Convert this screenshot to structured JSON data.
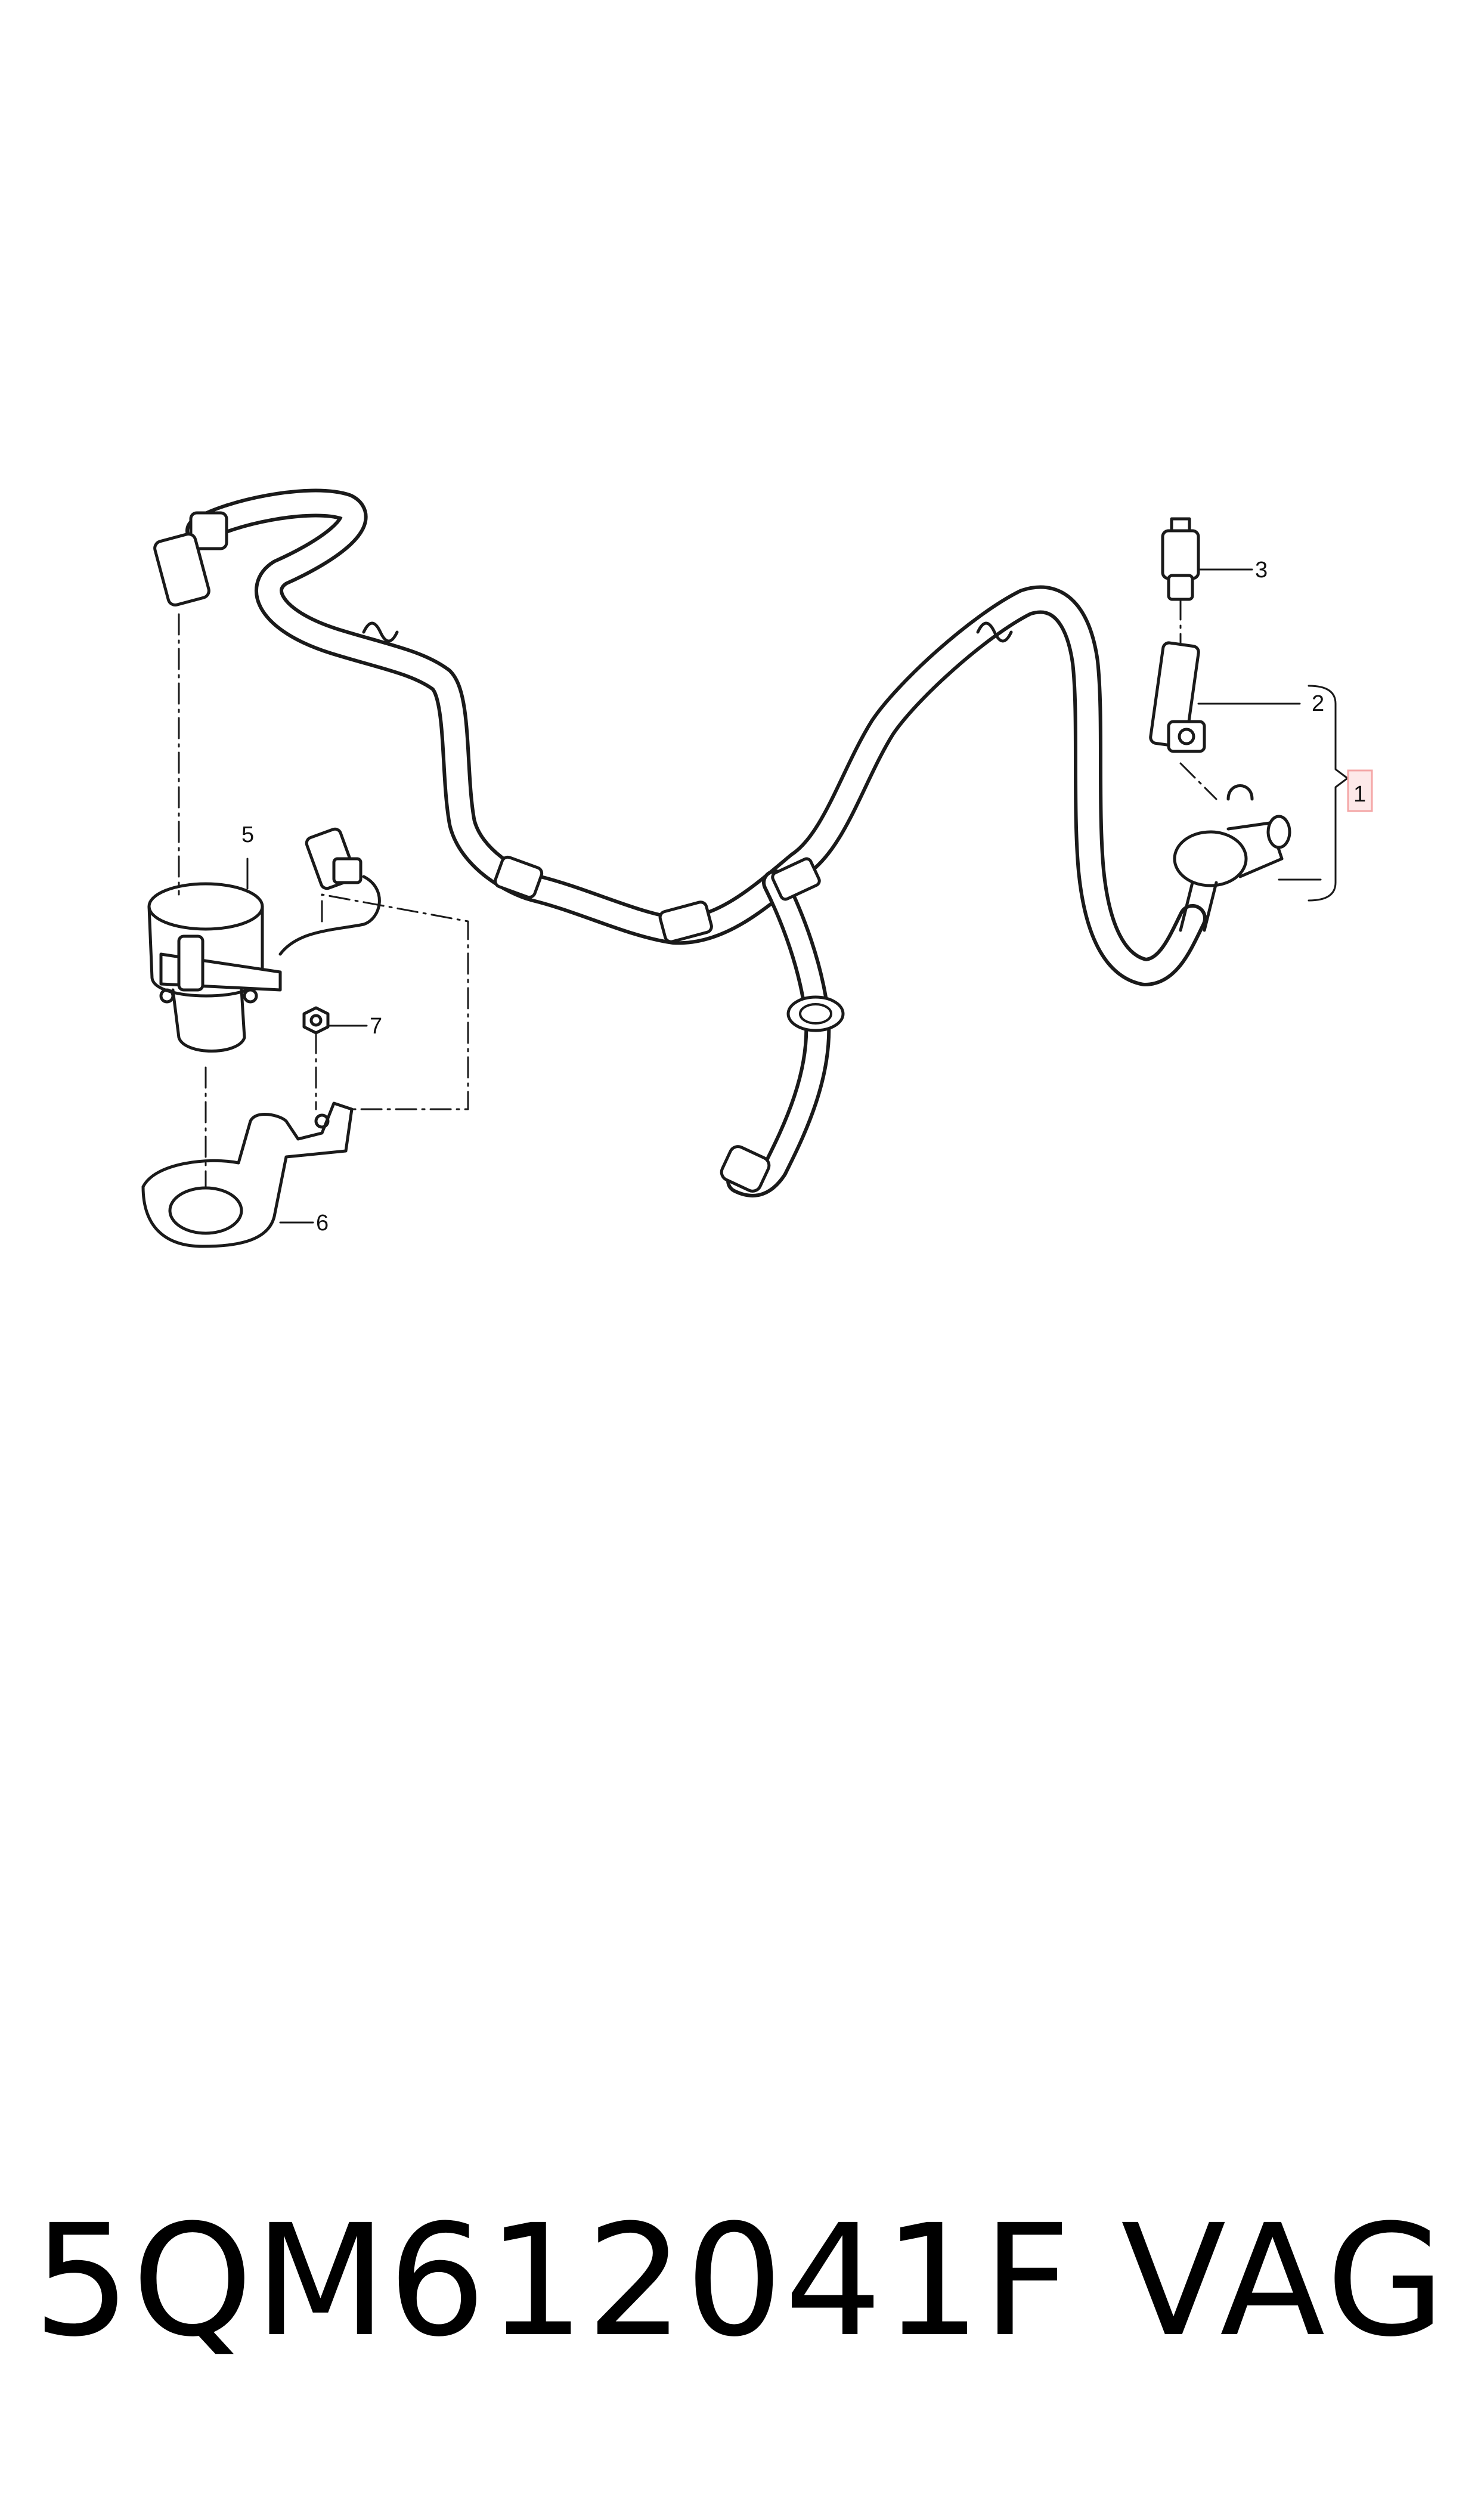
{
  "diagram": {
    "callouts": [
      {
        "id": "1",
        "highlighted": true
      },
      {
        "id": "2",
        "highlighted": false
      },
      {
        "id": "3",
        "highlighted": false
      },
      {
        "id": "5",
        "highlighted": false
      },
      {
        "id": "6",
        "highlighted": false
      },
      {
        "id": "7",
        "highlighted": false
      }
    ],
    "highlight_color": "#f4a6a6",
    "highlight_fill": "#fde9e9",
    "line_color": "#1a1a1a"
  },
  "footer": {
    "part_number": "5QM612041F",
    "brand": "VAG"
  }
}
